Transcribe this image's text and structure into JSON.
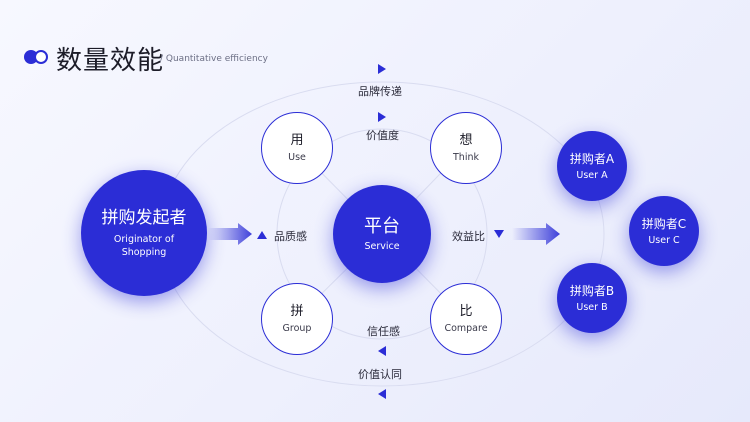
{
  "header": {
    "title": "数量效能",
    "subtitle": "/ Quantitative efficiency"
  },
  "origin": {
    "cn": "拼购发起者",
    "en1": "Originator of",
    "en2": "Shopping"
  },
  "platform": {
    "cn": "平台",
    "en": "Service"
  },
  "satellites": {
    "use": {
      "cn": "用",
      "en": "Use"
    },
    "think": {
      "cn": "想",
      "en": "Think"
    },
    "group": {
      "cn": "拼",
      "en": "Group"
    },
    "compare": {
      "cn": "比",
      "en": "Compare"
    }
  },
  "users": {
    "a": {
      "cn": "拼购者A",
      "en": "User A"
    },
    "b": {
      "cn": "拼购者B",
      "en": "User B"
    },
    "c": {
      "cn": "拼购者C",
      "en": "User C"
    }
  },
  "labels": {
    "top_outer": "品牌传递",
    "top_inner": "价值度",
    "left": "品质感",
    "right": "效益比",
    "bottom_inner": "信任感",
    "bottom_outer": "价值认同"
  },
  "colors": {
    "accent": "#2b2dd6"
  }
}
